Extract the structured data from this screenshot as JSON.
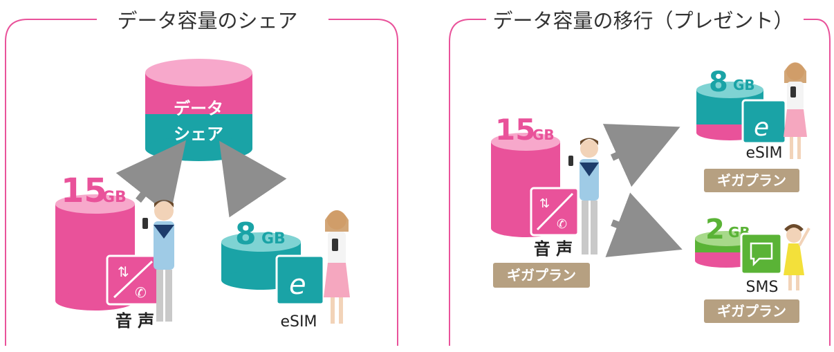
{
  "left_panel": {
    "title": "データ容量のシェア",
    "shared_cylinder": {
      "line1": "データ",
      "line2": "シェア"
    },
    "voice_user": {
      "amount": "15",
      "unit": "GB",
      "label": "音 声"
    },
    "esim_user": {
      "amount": "8",
      "unit": "GB",
      "label": "eSIM"
    }
  },
  "right_panel": {
    "title": "データ容量の移行（プレゼント）",
    "source": {
      "amount": "15",
      "unit": "GB",
      "label": "音 声",
      "plan": "ギガプラン"
    },
    "target_esim": {
      "amount": "8",
      "unit": "GB",
      "label": "eSIM",
      "plan": "ギガプラン"
    },
    "target_sms": {
      "amount": "2",
      "unit": "GB",
      "label": "SMS",
      "plan": "ギガプラン"
    }
  },
  "colors": {
    "pink": "#e9529a",
    "pink_light": "#f7a8cb",
    "teal": "#1aa3a6",
    "teal_light": "#7fd3d3",
    "green": "#5ab336",
    "plan_badge": "#b6a081",
    "arrow": "#8e8e8e"
  }
}
